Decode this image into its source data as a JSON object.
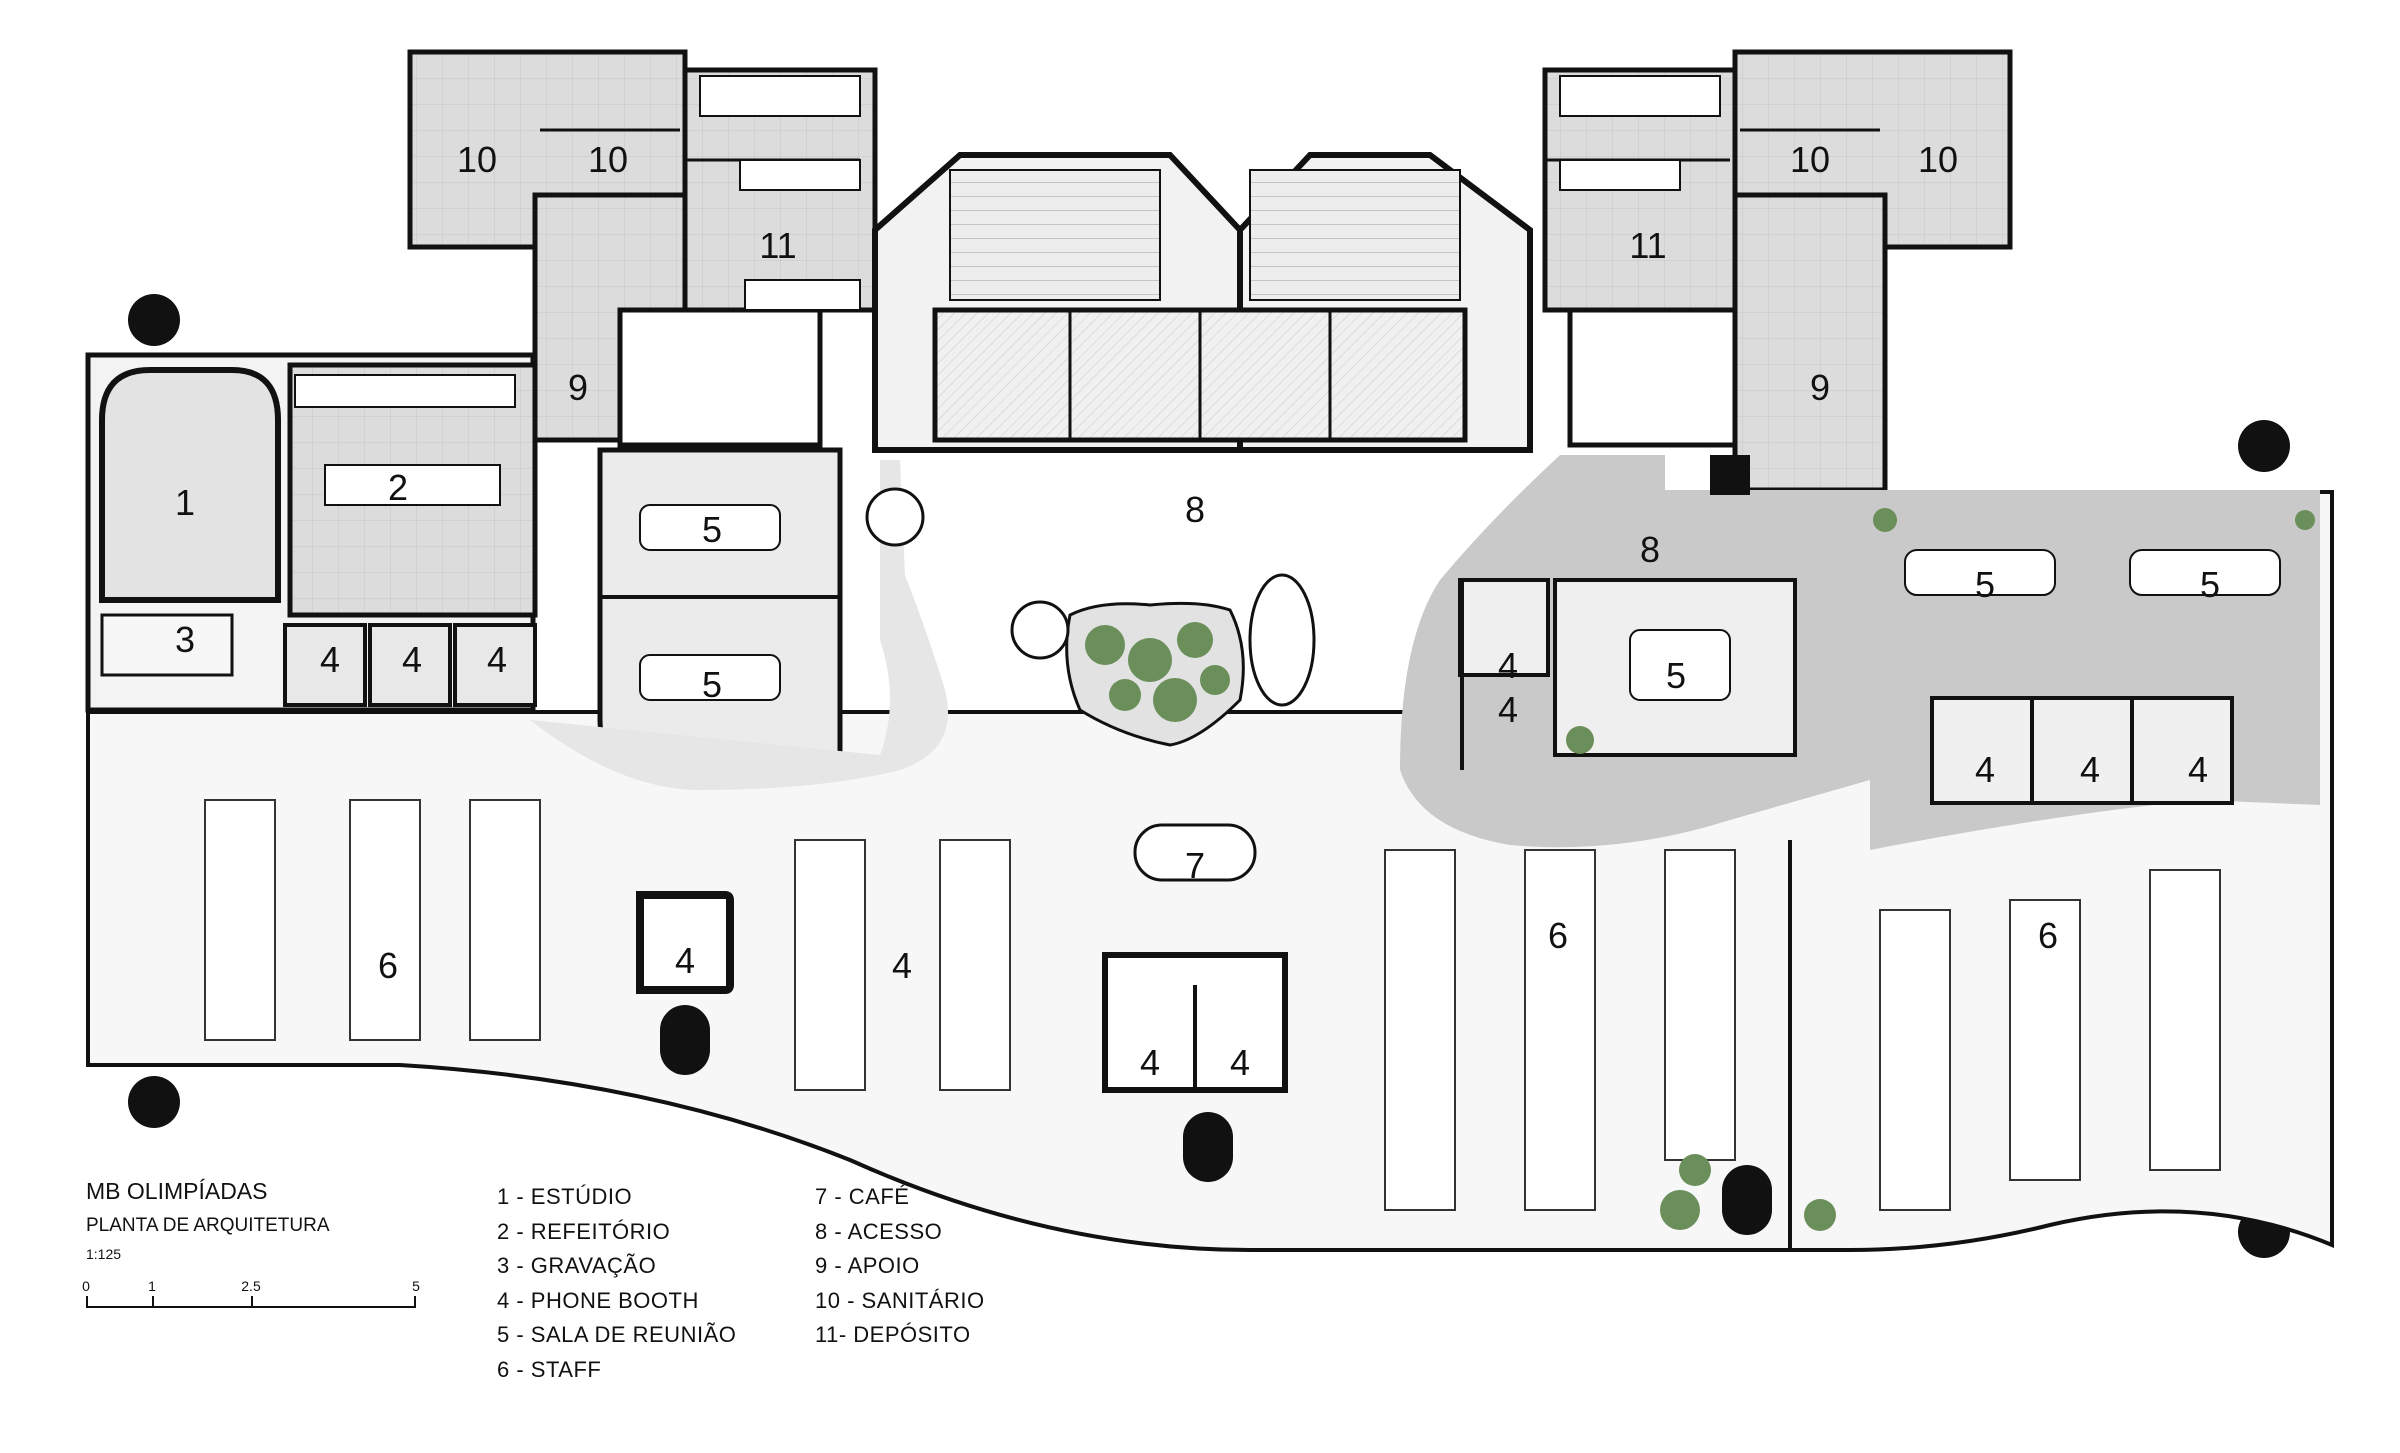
{
  "project": {
    "title": "MB OLIMPÍADAS",
    "subtitle": "PLANTA DE ARQUITETURA",
    "scale": "1:125"
  },
  "scale_bar": {
    "ticks": [
      "0",
      "1",
      "2.5",
      "5"
    ]
  },
  "legend": [
    "1 - ESTÚDIO",
    "2 - REFEITÓRIO",
    "3 - GRAVAÇÃO",
    "4 - PHONE BOOTH",
    "5 - SALA DE REUNIÃO",
    "6 - STAFF",
    "7 - CAFÉ",
    "8 - ACESSO",
    "9 - APOIO",
    "10 - SANITÁRIO",
    "11- DEPÓSITO"
  ],
  "room_labels": {
    "estudio": "1",
    "refeitorio": "2",
    "gravacao": "3",
    "phone_booth": "4",
    "sala_reuniao": "5",
    "staff": "6",
    "cafe": "7",
    "acesso": "8",
    "apoio": "9",
    "sanitario": "10",
    "deposito": "11"
  },
  "colors": {
    "wall": "#111111",
    "gray_zone": "#cfcfcf",
    "light_zone": "#ededed",
    "floor": "#f6f6f6",
    "plant": "#6b8f5a"
  }
}
